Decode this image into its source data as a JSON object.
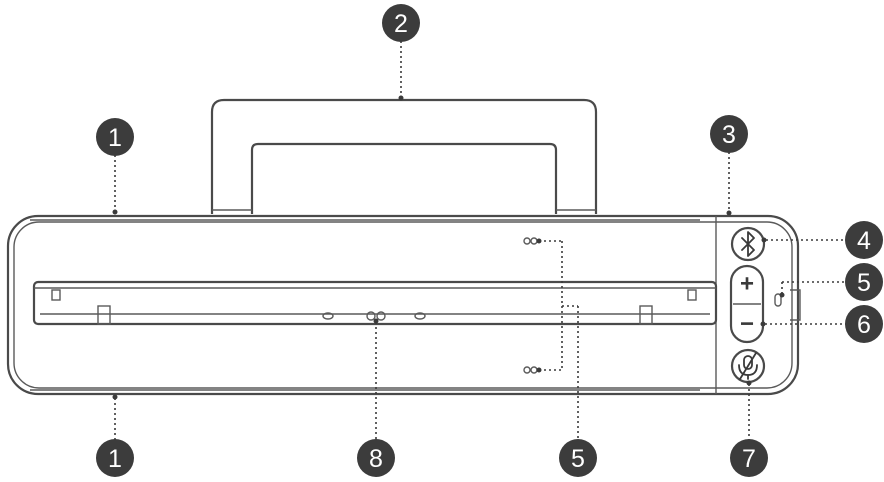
{
  "diagram": {
    "callouts": [
      {
        "id": "c1-top",
        "label": "1"
      },
      {
        "id": "c2",
        "label": "2"
      },
      {
        "id": "c3",
        "label": "3"
      },
      {
        "id": "c4",
        "label": "4"
      },
      {
        "id": "c5-right",
        "label": "5"
      },
      {
        "id": "c6",
        "label": "6"
      },
      {
        "id": "c1-bottom",
        "label": "1"
      },
      {
        "id": "c8",
        "label": "8"
      },
      {
        "id": "c5-bottom",
        "label": "5"
      },
      {
        "id": "c7",
        "label": "7"
      }
    ],
    "buttons": {
      "bluetooth_icon": "bluetooth-icon",
      "volume_up_symbol": "+",
      "volume_down_symbol": "−",
      "mic_mute_icon": "mic-mute-icon"
    },
    "colors": {
      "outline": "#4a4a4a",
      "callout_fill": "#3c3c3c",
      "callout_text": "#ffffff"
    }
  }
}
